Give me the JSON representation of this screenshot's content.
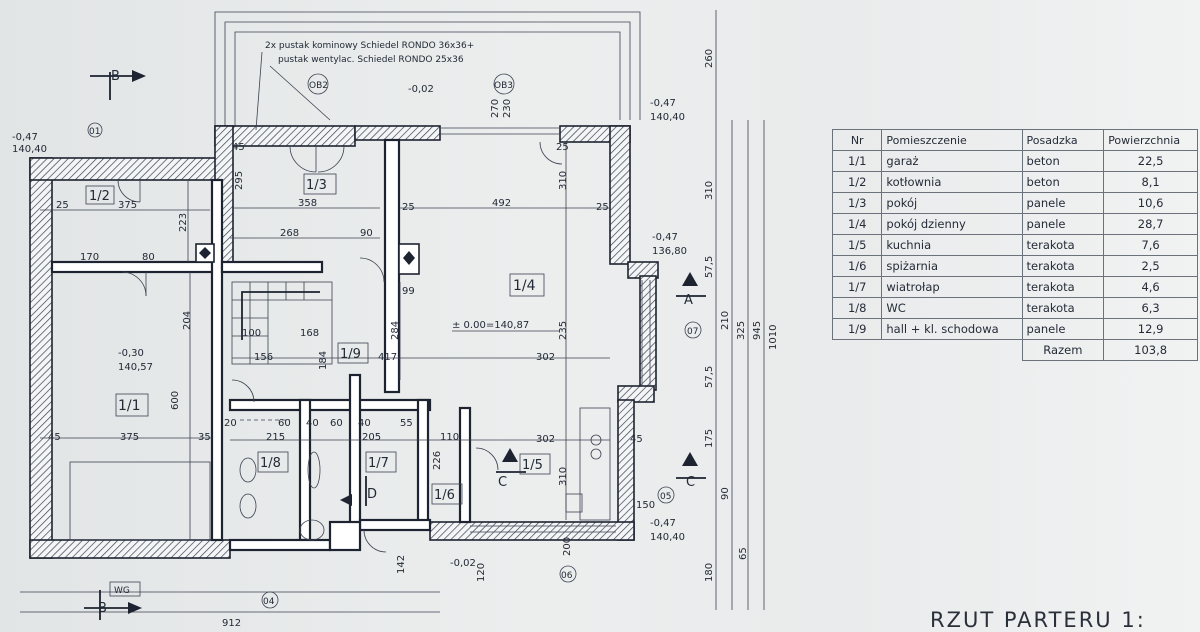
{
  "plan": {
    "chimney_note": "2x pustak kominowy Schiedel RONDO 36x36+",
    "vent_note": "pustak wentylac. Schiedel RONDO 25x36",
    "title": "RZUT PARTERU 1:",
    "rooms": [
      {
        "id": "r11",
        "label": "1/1"
      },
      {
        "id": "r12",
        "label": "1/2"
      },
      {
        "id": "r13",
        "label": "1/3"
      },
      {
        "id": "r14",
        "label": "1/4"
      },
      {
        "id": "r15",
        "label": "1/5"
      },
      {
        "id": "r16",
        "label": "1/6"
      },
      {
        "id": "r17",
        "label": "1/7"
      },
      {
        "id": "r18",
        "label": "1/8"
      },
      {
        "id": "r19",
        "label": "1/9"
      }
    ],
    "levels": {
      "main": "± 0.00=140,87",
      "garage": "-0,30",
      "garage_abs": "140,57",
      "terrace_top": "-0,47",
      "terrace_top_abs": "140,40",
      "right_mid": "-0,47",
      "right_mid_abs": "136,80",
      "bottom_right": "-0,47",
      "bottom_right_abs": "140,40",
      "left_top": "-0,47",
      "left_top_abs": "140,40",
      "entrance": "-0,02",
      "top_center": "-0,02"
    },
    "sections": {
      "a": "A",
      "b": "B",
      "c": "C",
      "d": "D"
    },
    "openings": {
      "ob2": "OB2",
      "ob3": "OB3",
      "o1": "01",
      "o4": "04",
      "o5": "05",
      "o6": "06",
      "o7": "07",
      "wg": "WG"
    },
    "dims": {
      "d375a": "375",
      "d358": "358",
      "d492": "492",
      "d268": "268",
      "d170": "170",
      "d80": "80",
      "d90": "90",
      "d99": "99",
      "d168": "168",
      "d100": "100",
      "d156": "156",
      "d417": "417",
      "d302a": "302",
      "d302b": "302",
      "d375b": "375",
      "d215": "215",
      "d205": "205",
      "d110": "110",
      "d40a": "40",
      "d60a": "60",
      "d40b": "40",
      "d60b": "60",
      "d55": "55",
      "d20": "20",
      "d45a": "45",
      "d45b": "45",
      "d35": "35",
      "d25a": "25",
      "d25b": "25",
      "d25c": "25",
      "d25d": "25",
      "d310a": "310",
      "d310b": "310",
      "d310c": "310",
      "d235": "235",
      "d284": "284",
      "d204": "204",
      "d600": "600",
      "d184": "184",
      "d223": "223",
      "d295": "295",
      "d226": "226",
      "d260": "260",
      "d325": "325",
      "d945": "945",
      "d1010": "1010",
      "d210": "210",
      "d175": "175",
      "d57a": "57,5",
      "d57b": "57,5",
      "d150": "150",
      "d65": "65",
      "d180": "180",
      "d912": "912",
      "d142": "142",
      "d120": "120",
      "d200": "200",
      "d230": "230",
      "d270": "270",
      "d45c": "45",
      "d90b": "90"
    }
  },
  "table": {
    "headers": {
      "nr": "Nr",
      "room": "Pomieszczenie",
      "floor": "Posadzka",
      "area": "Powierzchnia"
    },
    "rows": [
      {
        "nr": "1/1",
        "room": "garaż",
        "floor": "beton",
        "area": "22,5"
      },
      {
        "nr": "1/2",
        "room": "kotłownia",
        "floor": "beton",
        "area": "8,1"
      },
      {
        "nr": "1/3",
        "room": "pokój",
        "floor": "panele",
        "area": "10,6"
      },
      {
        "nr": "1/4",
        "room": "pokój dzienny",
        "floor": "panele",
        "area": "28,7"
      },
      {
        "nr": "1/5",
        "room": "kuchnia",
        "floor": "terakota",
        "area": "7,6"
      },
      {
        "nr": "1/6",
        "room": "spiżarnia",
        "floor": "terakota",
        "area": "2,5"
      },
      {
        "nr": "1/7",
        "room": "wiatrołap",
        "floor": "terakota",
        "area": "4,6"
      },
      {
        "nr": "1/8",
        "room": "WC",
        "floor": "terakota",
        "area": "6,3"
      },
      {
        "nr": "1/9",
        "room": "hall + kl. schodowa",
        "floor": "panele",
        "area": "12,9"
      }
    ],
    "total_label": "Razem",
    "total_value": "103,8"
  }
}
